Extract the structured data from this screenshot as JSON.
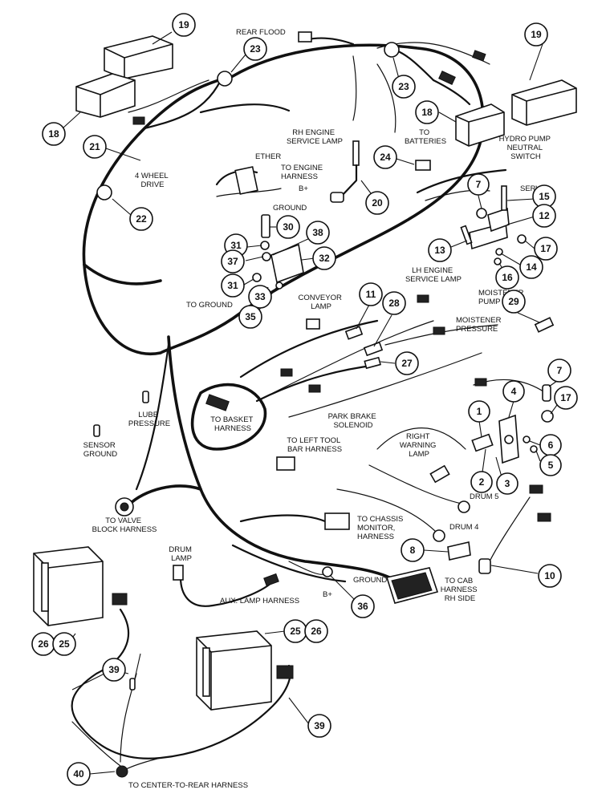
{
  "labels": [
    {
      "id": "rear-flood",
      "lines": [
        "REAR FLOOD"
      ]
    },
    {
      "id": "rh-engine-service-lamp",
      "lines": [
        "RH ENGINE",
        "SERVICE LAMP"
      ]
    },
    {
      "id": "to-batteries",
      "lines": [
        "TO",
        "BATTERIES"
      ]
    },
    {
      "id": "hydro-pump-neutral-switch",
      "lines": [
        "HYDRO PUMP",
        "NEUTRAL",
        "SWITCH"
      ]
    },
    {
      "id": "ether",
      "lines": [
        "ETHER"
      ]
    },
    {
      "id": "to-engine-harness",
      "lines": [
        "TO ENGINE",
        "HARNESS"
      ]
    },
    {
      "id": "b-plus-top",
      "lines": [
        "B+"
      ]
    },
    {
      "id": "ground-top",
      "lines": [
        "GROUND"
      ]
    },
    {
      "id": "four-wheel-drive",
      "lines": [
        "4 WHEEL",
        "DRIVE"
      ]
    },
    {
      "id": "servo",
      "lines": [
        "SERVO"
      ]
    },
    {
      "id": "lh-engine-service-lamp",
      "lines": [
        "LH ENGINE",
        "SERVICE LAMP"
      ]
    },
    {
      "id": "moistener-pump",
      "lines": [
        "MOISTENER",
        "PUMP"
      ]
    },
    {
      "id": "moistener-pressure",
      "lines": [
        "MOISTENER",
        "PRESSURE"
      ]
    },
    {
      "id": "conveyor-lamp",
      "lines": [
        "CONVEYOR",
        "LAMP"
      ]
    },
    {
      "id": "to-ground",
      "lines": [
        "TO GROUND"
      ]
    },
    {
      "id": "lube-pressure",
      "lines": [
        "LUBE",
        "PRESSURE"
      ]
    },
    {
      "id": "sensor-ground",
      "lines": [
        "SENSOR",
        "GROUND"
      ]
    },
    {
      "id": "to-basket-harness",
      "lines": [
        "TO BASKET",
        "HARNESS"
      ]
    },
    {
      "id": "park-brake-solenoid",
      "lines": [
        "PARK BRAKE",
        "SOLENOID"
      ]
    },
    {
      "id": "right-warning-lamp",
      "lines": [
        "RIGHT",
        "WARNING",
        "LAMP"
      ]
    },
    {
      "id": "to-left-tool-bar-harness",
      "lines": [
        "TO LEFT TOOL",
        "BAR HARNESS"
      ]
    },
    {
      "id": "drum-5",
      "lines": [
        "DRUM 5"
      ]
    },
    {
      "id": "to-valve-block-harness",
      "lines": [
        "TO VALVE",
        "BLOCK HARNESS"
      ]
    },
    {
      "id": "to-chassis-monitor-harness",
      "lines": [
        "TO CHASSIS",
        "MONITOR,",
        "HARNESS"
      ]
    },
    {
      "id": "drum-4",
      "lines": [
        "DRUM 4"
      ]
    },
    {
      "id": "drum-lamp",
      "lines": [
        "DRUM",
        "LAMP"
      ]
    },
    {
      "id": "ground-bottom",
      "lines": [
        "GROUND"
      ]
    },
    {
      "id": "to-cab-harness-rh-side",
      "lines": [
        "TO CAB",
        "HARNESS",
        "RH SIDE"
      ]
    },
    {
      "id": "b-plus-bottom",
      "lines": [
        "B+"
      ]
    },
    {
      "id": "aux-lamp-harness",
      "lines": [
        "AUX. LAMP HARNESS"
      ]
    },
    {
      "id": "to-center-to-rear-harness",
      "lines": [
        "TO CENTER-TO-REAR HARNESS"
      ]
    }
  ],
  "callouts": [
    {
      "id": "c19a",
      "text": "19"
    },
    {
      "id": "c23a",
      "text": "23"
    },
    {
      "id": "c19b",
      "text": "19"
    },
    {
      "id": "c18a",
      "text": "18"
    },
    {
      "id": "c23b",
      "text": "23"
    },
    {
      "id": "c18b",
      "text": "18"
    },
    {
      "id": "c21",
      "text": "21"
    },
    {
      "id": "c24",
      "text": "24"
    },
    {
      "id": "c22",
      "text": "22"
    },
    {
      "id": "c20",
      "text": "20"
    },
    {
      "id": "c7a",
      "text": "7"
    },
    {
      "id": "c15",
      "text": "15"
    },
    {
      "id": "c12",
      "text": "12"
    },
    {
      "id": "c30",
      "text": "30"
    },
    {
      "id": "c38",
      "text": "38"
    },
    {
      "id": "c31a",
      "text": "31"
    },
    {
      "id": "c32",
      "text": "32"
    },
    {
      "id": "c13",
      "text": "13"
    },
    {
      "id": "c17a",
      "text": "17"
    },
    {
      "id": "c37",
      "text": "37"
    },
    {
      "id": "c14",
      "text": "14"
    },
    {
      "id": "c16",
      "text": "16"
    },
    {
      "id": "c31b",
      "text": "31"
    },
    {
      "id": "c33",
      "text": "33"
    },
    {
      "id": "c35",
      "text": "35"
    },
    {
      "id": "c11",
      "text": "11"
    },
    {
      "id": "c28",
      "text": "28"
    },
    {
      "id": "c29",
      "text": "29"
    },
    {
      "id": "c27",
      "text": "27"
    },
    {
      "id": "c7b",
      "text": "7"
    },
    {
      "id": "c4",
      "text": "4"
    },
    {
      "id": "c17b",
      "text": "17"
    },
    {
      "id": "c1",
      "text": "1"
    },
    {
      "id": "c6",
      "text": "6"
    },
    {
      "id": "c5",
      "text": "5"
    },
    {
      "id": "c2",
      "text": "2"
    },
    {
      "id": "c3",
      "text": "3"
    },
    {
      "id": "c8",
      "text": "8"
    },
    {
      "id": "c10",
      "text": "10"
    },
    {
      "id": "c36",
      "text": "36"
    },
    {
      "id": "c26a",
      "text": "26"
    },
    {
      "id": "c25a",
      "text": "25"
    },
    {
      "id": "c25b",
      "text": "25"
    },
    {
      "id": "c26b",
      "text": "26"
    },
    {
      "id": "c39a",
      "text": "39"
    },
    {
      "id": "c39b",
      "text": "39"
    },
    {
      "id": "c40",
      "text": "40"
    }
  ]
}
